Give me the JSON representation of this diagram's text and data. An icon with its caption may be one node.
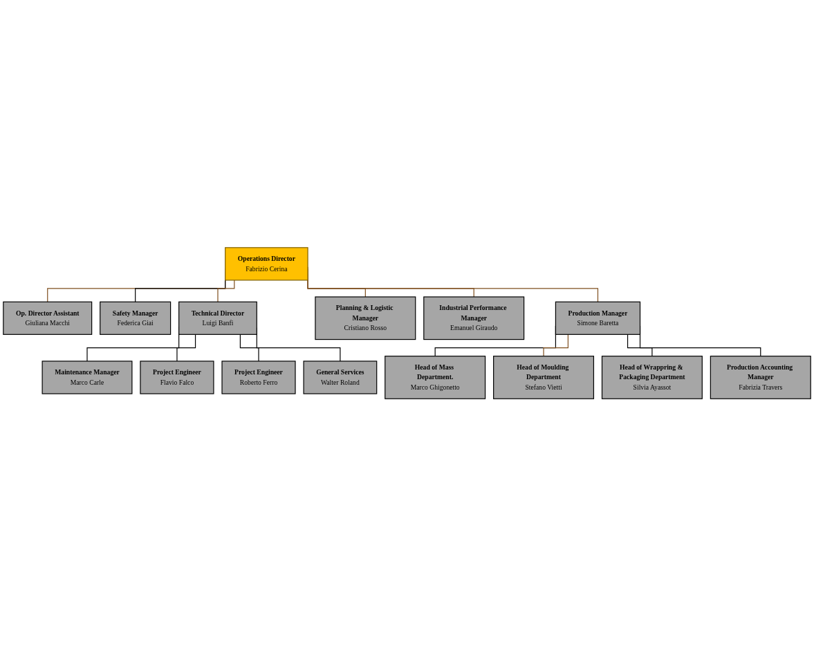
{
  "diagram": {
    "nodes": [
      {
        "text": [
          "Operations Director",
          "Fabrizio Cerina"
        ]
      },
      {
        "text": [
          "Op. Director Assistant",
          "Giuliana Macchi"
        ]
      },
      {
        "text": [
          "Safety Manager",
          "Federica Giai"
        ]
      },
      {
        "text": [
          "Technical Director",
          "Luigi Banfi"
        ]
      },
      {
        "text": [
          "Planning & Logistic Manager",
          "Cristiano Rosso"
        ]
      },
      {
        "text": [
          "Industrial Performance Manager",
          "Emanuel Giraudo"
        ]
      },
      {
        "text": [
          "Production Manager",
          "Simone Baretta"
        ]
      },
      {
        "text": [
          "Maintenance Manager",
          "Marco Carle"
        ]
      },
      {
        "text": [
          "Project Engineer",
          "Flavio Falco"
        ]
      },
      {
        "text": [
          "Project Engineer",
          "Roberto Ferro"
        ]
      },
      {
        "text": [
          "General Services",
          "Walter Roland"
        ]
      },
      {
        "text": [
          "Head of Mass Department.",
          "Marco Ghigonetto"
        ]
      },
      {
        "text": [
          "Head of Moulding Department",
          "Stefano Vietti"
        ]
      },
      {
        "text": [
          "Head of Wrappring & Packaging Department",
          "Silvia Ayassot"
        ]
      },
      {
        "text": [
          "Production Accounting Manager",
          "Fabrizia Travers"
        ]
      }
    ],
    "edges": [
      {
        "from": 0,
        "to": 1,
        "arrow": "none",
        "color": "#7f4f1f"
      },
      {
        "from": 0,
        "to": 2,
        "arrow": "none"
      },
      {
        "from": 0,
        "to": 3,
        "arrow": "none",
        "color": "#7f4f1f"
      },
      {
        "from": 0,
        "to": 4,
        "arrow": "none",
        "color": "#7f4f1f"
      },
      {
        "from": 0,
        "to": 5,
        "arrow": "none",
        "color": "#7f4f1f"
      },
      {
        "from": 0,
        "to": 6,
        "arrow": "none",
        "color": "#7f4f1f"
      },
      {
        "from": 3,
        "to": 7,
        "arrow": "none"
      },
      {
        "from": 3,
        "to": 8,
        "arrow": "none"
      },
      {
        "from": 3,
        "to": 9,
        "arrow": "none"
      },
      {
        "from": 3,
        "to": 10,
        "arrow": "none"
      },
      {
        "from": 6,
        "to": 11,
        "arrow": "none"
      },
      {
        "from": 6,
        "to": 12,
        "arrow": "none",
        "color": "#7f4f1f"
      },
      {
        "from": 6,
        "to": 13,
        "arrow": "none"
      },
      {
        "from": 6,
        "to": 14,
        "arrow": "none"
      }
    ]
  }
}
